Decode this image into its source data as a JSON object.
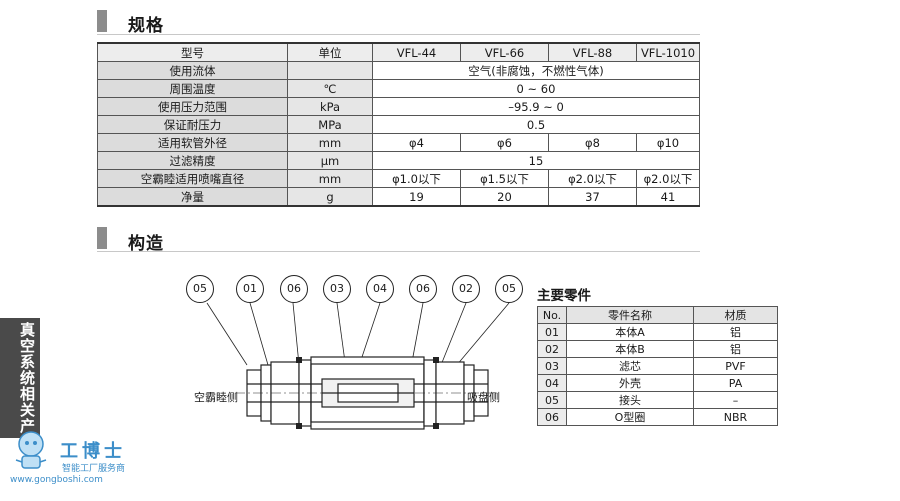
{
  "sections": {
    "spec_title": "规格",
    "structure_title": "构造"
  },
  "spec_table": {
    "header": [
      "型号",
      "单位",
      "VFL-44",
      "VFL-66",
      "VFL-88",
      "VFL-1010"
    ],
    "rows": [
      {
        "label": "使用流体",
        "unit": "",
        "merged": "空气(非腐蚀，不燃性气体)"
      },
      {
        "label": "周围温度",
        "unit": "℃",
        "merged": "0 ~ 60"
      },
      {
        "label": "使用压力范围",
        "unit": "kPa",
        "merged": "–95.9 ~ 0"
      },
      {
        "label": "保证耐压力",
        "unit": "MPa",
        "merged": "0.5"
      },
      {
        "label": "适用软管外径",
        "unit": "mm",
        "values": [
          "φ4",
          "φ6",
          "φ8",
          "φ10"
        ]
      },
      {
        "label": "过滤精度",
        "unit": "μm",
        "merged": "15"
      },
      {
        "label": "空霸睦适用喷嘴直径",
        "unit": "mm",
        "values": [
          "φ1.0以下",
          "φ1.5以下",
          "φ2.0以下",
          "φ2.0以下"
        ]
      },
      {
        "label": "净量",
        "unit": "g",
        "values": [
          "19",
          "20",
          "37",
          "41"
        ]
      }
    ]
  },
  "diagram": {
    "callouts": [
      "05",
      "01",
      "06",
      "03",
      "04",
      "06",
      "02",
      "05"
    ],
    "left_label": "空霸睦侧",
    "right_label": "吸盘侧"
  },
  "parts": {
    "title": "主要零件",
    "header": [
      "No.",
      "零件名称",
      "材质"
    ],
    "rows": [
      [
        "01",
        "本体A",
        "铝"
      ],
      [
        "02",
        "本体B",
        "铝"
      ],
      [
        "03",
        "滤芯",
        "PVF"
      ],
      [
        "04",
        "外壳",
        "PA"
      ],
      [
        "05",
        "接头",
        "–"
      ],
      [
        "06",
        "O型圈",
        "NBR"
      ]
    ]
  },
  "side_tab": "真空系统相关产品",
  "watermark": {
    "title": "工博士",
    "subtitle": "智能工厂服务商",
    "url": "www.gongboshi.com"
  }
}
